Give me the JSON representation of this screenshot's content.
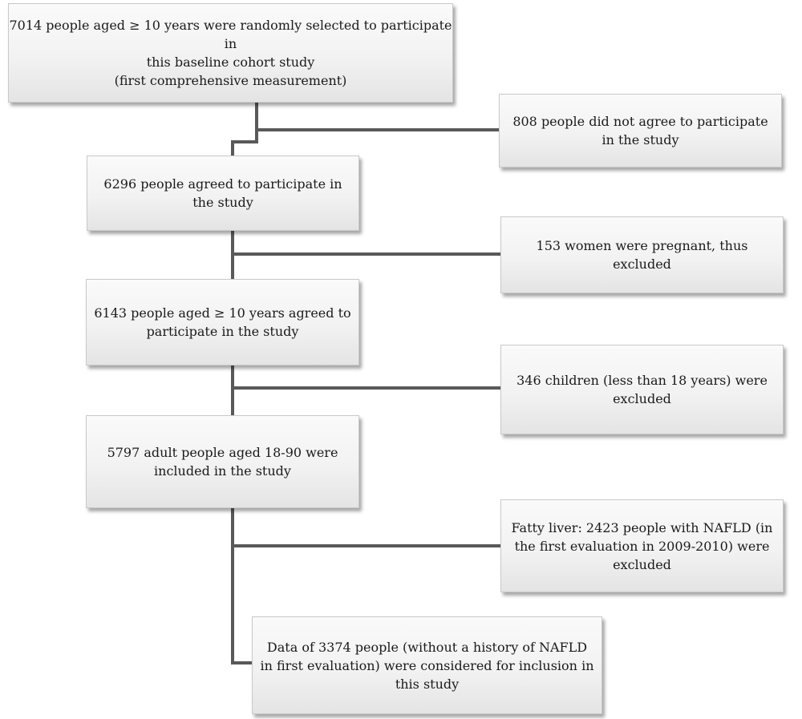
{
  "boxes": {
    "initial_sample": "7014 people aged  ≥ 10 years were randomly selected to participate in\nthis baseline cohort study\n(first comprehensive measurement)",
    "did_not_agree": "808 people did not agree to participate\nin the study",
    "agreed": "6296 people agreed to participate in\nthe study",
    "pregnant_excluded": "153 women were pregnant, thus\nexcluded",
    "aged_ge10_agreed": "6143 people aged  ≥ 10 years agreed to\nparticipate in the study",
    "children_excluded": "346 children (less than 18 years) were\nexcluded",
    "adults_included": "5797 adult people aged 18-90 were\nincluded in the study",
    "fatty_liver_excluded": "Fatty liver: 2423 people with NAFLD (in\nthe first evaluation in 2009-2010) were\nexcluded",
    "final_data": "Data of 3374 people (without a history of NAFLD\nin first evaluation) were considered for inclusion in\nthis study"
  }
}
